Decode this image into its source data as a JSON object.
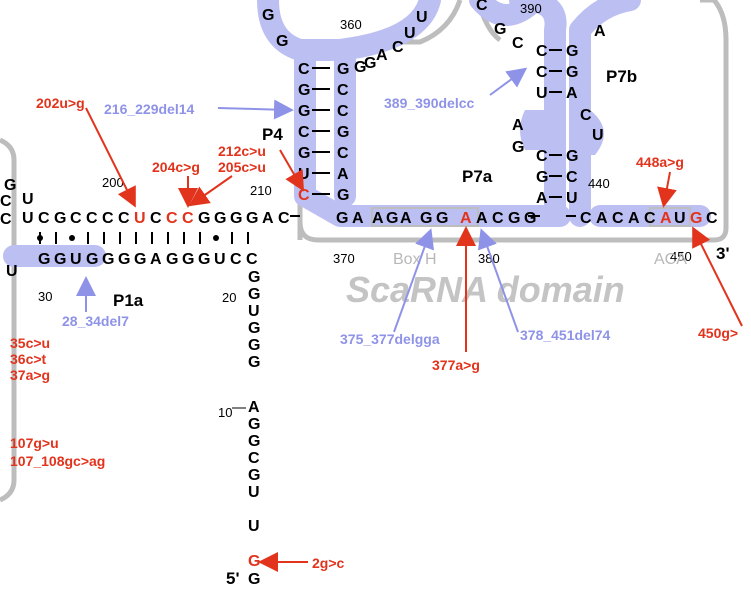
{
  "domain_label": "ScaRNA domain",
  "boxes": {
    "box_h": "Box H",
    "aca": "ACA"
  },
  "helices": {
    "p1a": "P1a",
    "p4": "P4",
    "p7a": "P7a",
    "p7b": "P7b"
  },
  "ends": {
    "five": "5'",
    "three": "3'"
  },
  "numbers": {
    "n10": "10",
    "n20": "20",
    "n30": "30",
    "n200": "200",
    "n210": "210",
    "n360": "360",
    "n370": "370",
    "n380": "380",
    "n390": "390",
    "n440": "440",
    "n450": "450"
  },
  "mutations_red": {
    "m202": "202u>g",
    "m204": "204c>g",
    "m205": "205c>u",
    "m212": "212c>u",
    "m448": "448a>g",
    "m450": "450g>",
    "m377": "377a>g",
    "m2": "2g>c",
    "m35": "35c>u",
    "m36": "36c>t",
    "m37": "37a>g",
    "m107": "107g>u",
    "m107_108": "107_108gc>ag"
  },
  "mutations_blue": {
    "d216": "216_229del14",
    "d389": "389_390delcc",
    "d28": "28_34del7",
    "d375": "375_377delgga",
    "d378": "378_451del74"
  },
  "sequence": {
    "p1_top": [
      "U",
      "C",
      "G",
      "C",
      "C",
      "C",
      "C",
      "U",
      "C",
      "C",
      "C",
      "G",
      "G",
      "G",
      "G",
      "A",
      "C"
    ],
    "p1_top_red": [
      7,
      9,
      10
    ],
    "p1_bottom": [
      "G",
      "G",
      "U",
      "G",
      "G",
      "G",
      "G",
      "A",
      "G",
      "G",
      "G",
      "U",
      "C",
      "C"
    ],
    "left_frag": [
      "G",
      "U",
      "C",
      "C",
      "U"
    ],
    "tail": [
      "G",
      "G",
      "U",
      "G",
      "G",
      "G",
      "A",
      "G",
      "G",
      "C",
      "G",
      "U",
      "U",
      "G",
      "G"
    ],
    "tail_red": [
      13
    ],
    "p4_left": [
      "C",
      "G",
      "G",
      "C",
      "G",
      "U",
      "C"
    ],
    "p4_left_red": [
      6
    ],
    "p4_right": [
      "G",
      "C",
      "C",
      "G",
      "C",
      "A",
      "G"
    ],
    "loop_p4": [
      "G",
      "G",
      "A",
      "C",
      "U",
      "U",
      "G",
      "G"
    ],
    "junction": [
      "G",
      "A",
      "A",
      "G",
      "A",
      "G",
      "G",
      "A",
      "A",
      "C",
      "G",
      "G"
    ],
    "junction_red": [
      7
    ],
    "p7_left": [
      "C",
      "C",
      "U",
      "A",
      "G",
      "C",
      "G",
      "A"
    ],
    "p7_right": [
      "G",
      "G",
      "A",
      "C",
      "U",
      "G",
      "C",
      "U"
    ],
    "loop_p7": [
      "C",
      "G",
      "C",
      "A"
    ],
    "three_prime": [
      "C",
      "A",
      "C",
      "A",
      "C",
      "A",
      "U",
      "G",
      "C"
    ],
    "three_prime_red": [
      5,
      7
    ]
  }
}
